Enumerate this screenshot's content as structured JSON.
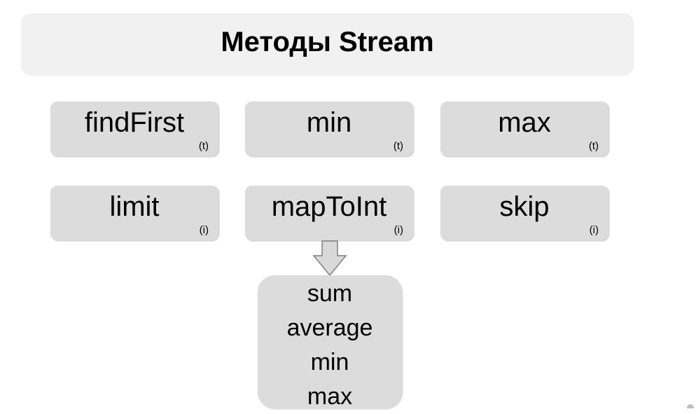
{
  "title": "Методы Stream",
  "boxes": [
    {
      "label": "findFirst",
      "tag": "(t)"
    },
    {
      "label": "min",
      "tag": "(t)"
    },
    {
      "label": "max",
      "tag": "(t)"
    },
    {
      "label": "limit",
      "tag": "(i)"
    },
    {
      "label": "mapToInt",
      "tag": "(i)"
    },
    {
      "label": "skip",
      "tag": "(i)"
    }
  ],
  "results": [
    "sum",
    "average",
    "min",
    "max"
  ],
  "colors": {
    "title_bg": "#f1f1f1",
    "box_bg": "#dcdcdc",
    "arrow_fill": "#d9d9d9",
    "arrow_stroke": "#7f7f7f"
  }
}
